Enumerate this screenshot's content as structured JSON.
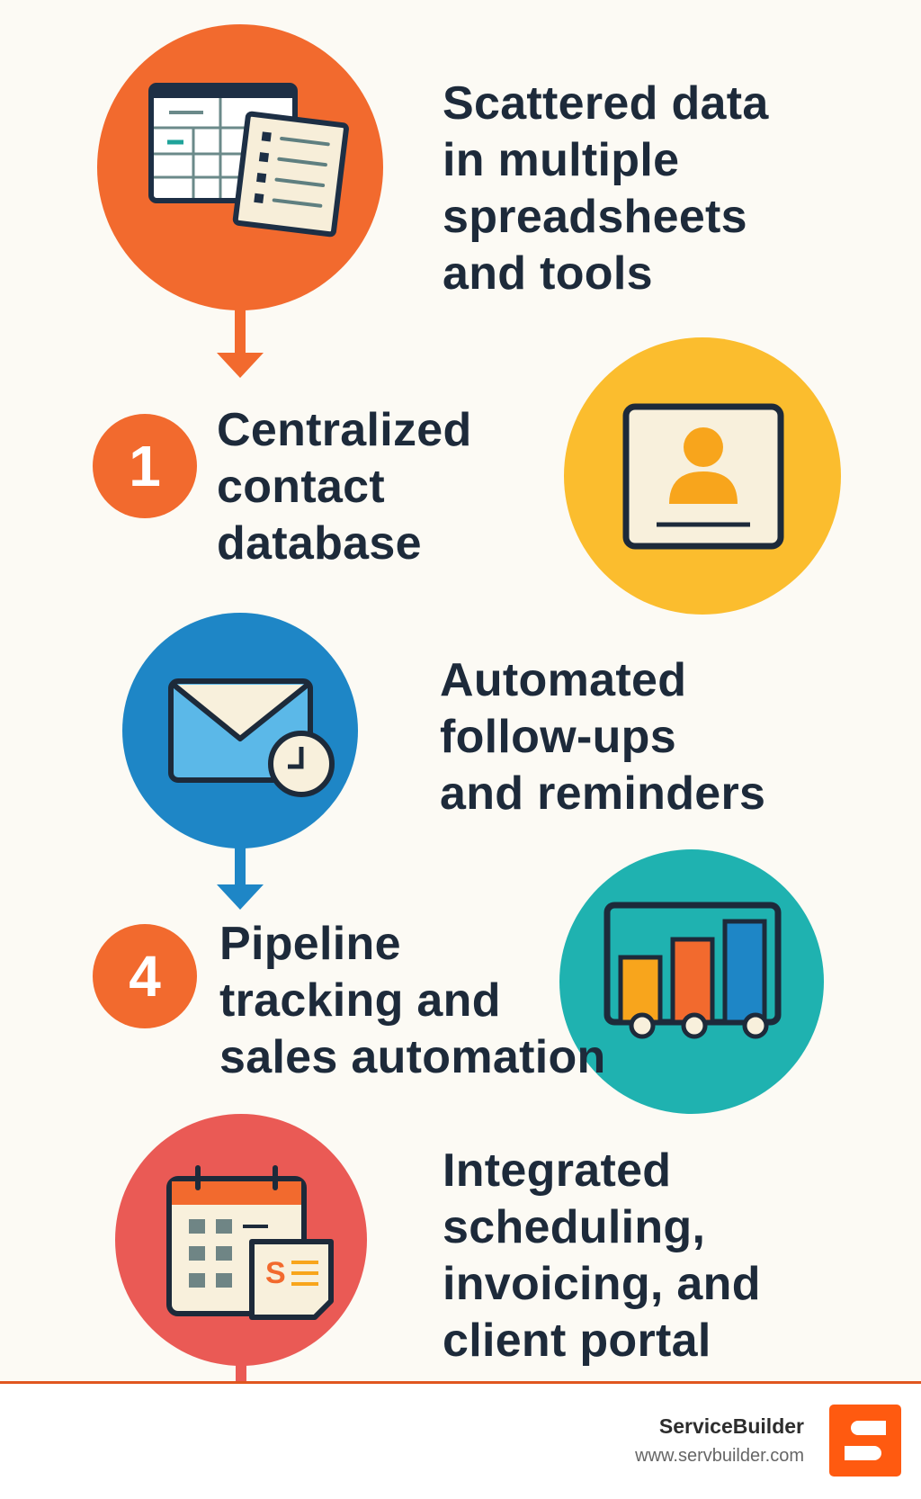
{
  "steps": [
    {
      "lines": [
        "Scattered data",
        "in multiple",
        "spreadsheets",
        "and tools"
      ],
      "icon": "spreadsheet-icon",
      "color": "#f26a2e"
    },
    {
      "badge": "1",
      "lines": [
        "Centralized",
        "contact",
        "database"
      ],
      "icon": "contact-card-icon",
      "color": "#fbbd2e"
    },
    {
      "lines": [
        "Automated",
        "follow-ups",
        "and reminders"
      ],
      "icon": "email-clock-icon",
      "color": "#1e86c6"
    },
    {
      "badge": "4",
      "lines": [
        "Pipeline",
        "tracking and",
        "sales automation"
      ],
      "icon": "pipeline-chart-icon",
      "color": "#1fb2b0"
    },
    {
      "lines": [
        "Integrated",
        "scheduling,",
        "invoicing, and",
        "client portal"
      ],
      "icon": "calendar-invoice-icon",
      "color": "#ea5a55"
    }
  ],
  "footer": {
    "brand": "ServiceBuilder",
    "url": "www.servbuilder.com",
    "accent": "#ff5a10"
  }
}
